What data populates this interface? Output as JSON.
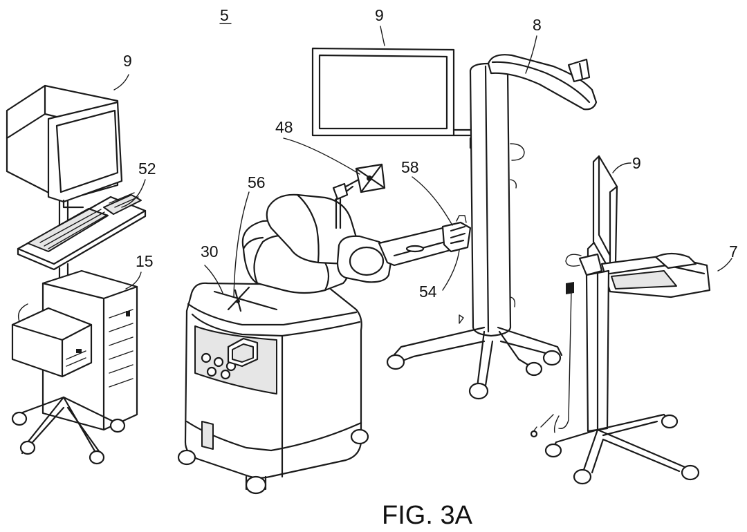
{
  "figure": {
    "caption": "FIG. 3A",
    "system_ref": "5",
    "refs": {
      "monitor_left": "9",
      "keyboard": "52",
      "computer": "15",
      "overhead_monitor": "9",
      "camera_boom": "8",
      "tracker": "48",
      "marker_58": "58",
      "marker_54": "54",
      "virtual_boundary": "56",
      "robot_base": "30",
      "cart_monitor": "9",
      "cart": "7"
    }
  }
}
